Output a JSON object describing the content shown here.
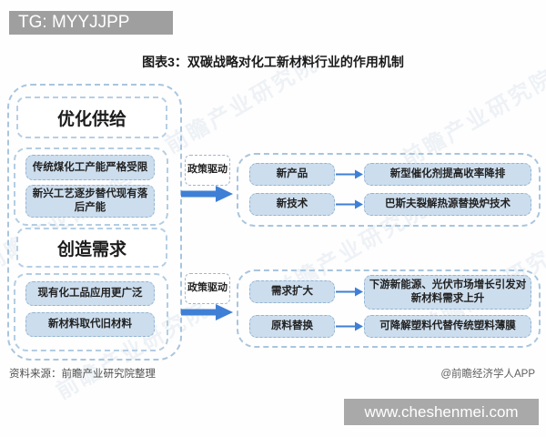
{
  "tg_banner": "TG: MYYJJPP",
  "title": "图表3：双碳战略对化工新材料行业的作用机制",
  "left_panel": {
    "supply": {
      "header": "优化供给",
      "items": [
        "传统煤化工产能严格受限",
        "新兴工艺逐步替代现有落后产能"
      ]
    },
    "demand": {
      "header": "创造需求",
      "items": [
        "现有化工品应用更广泛",
        "新材料取代旧材料"
      ]
    }
  },
  "drivers": {
    "top": "政策驱动",
    "bottom": "政策驱动"
  },
  "right_panel": {
    "supply_rows": [
      {
        "label": "新产品",
        "result": "新型催化剂提高收率降排"
      },
      {
        "label": "新技术",
        "result": "巴斯夫裂解热源替换炉技术"
      }
    ],
    "demand_rows": [
      {
        "label": "需求扩大",
        "result": "下游新能源、光伏市场增长引发对新材料需求上升"
      },
      {
        "label": "原料替换",
        "result": "可降解塑料代替传统塑料薄膜"
      }
    ]
  },
  "footer": {
    "source": "资料来源：前瞻产业研究院整理",
    "credit": "@前瞻经济学人APP"
  },
  "bottom_banner": "www.cheshenmei.com",
  "watermark": "前瞻产业研究院",
  "colors": {
    "arrow_blue": "#3f7fd6",
    "box_fill": "#ccdded",
    "box_border": "#93b5d4",
    "panel_border": "#a9c5de",
    "banner_gray": "#a9a9a9",
    "tg_gray": "#9f9f9f"
  }
}
